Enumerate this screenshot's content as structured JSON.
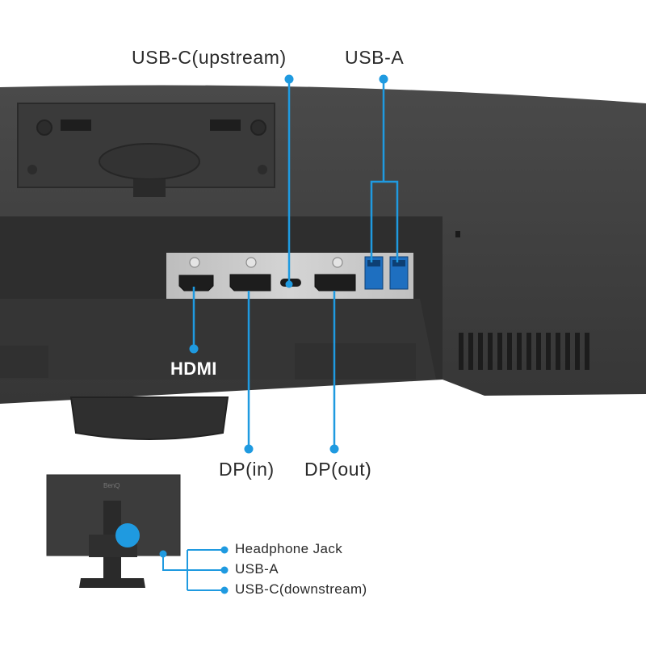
{
  "callouts": {
    "usb_c_upstream": "USB-C(upstream)",
    "usb_a_top": "USB-A",
    "hdmi": "HDMI",
    "dp_in": "DP(in)",
    "dp_out": "DP(out)"
  },
  "inset": {
    "brand": "BenQ",
    "items": [
      "Headphone Jack",
      "USB-A",
      "USB-C(downstream)"
    ]
  },
  "colors": {
    "accent": "#1f9ae0",
    "monitor_body": "#3f3f3f",
    "port_panel": "#c9c9c9"
  }
}
